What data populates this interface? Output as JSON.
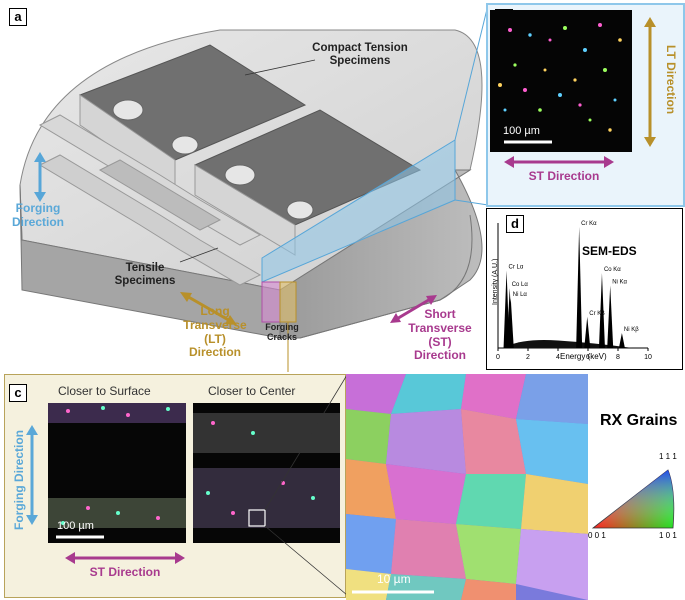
{
  "panels": {
    "a": "a",
    "b": "b",
    "c": "c",
    "d": "d"
  },
  "panel_a": {
    "compact_tension": "Compact Tension\nSpecimens",
    "tensile": "Tensile\nSpecimens",
    "forging_direction": "Forging\nDirection",
    "lt_direction": "Long\nTransverse\n(LT)\nDirection",
    "forging_cracks": "Forging\nCracks",
    "st_direction": "Short\nTransverse\n(ST)\nDirection"
  },
  "panel_b": {
    "scale_bar": "100 µm",
    "lt_direction": "LT Direction",
    "st_direction": "ST Direction"
  },
  "panel_c": {
    "closer_surface": "Closer to Surface",
    "closer_center": "Closer to Center",
    "forging_direction": "Forging Direction",
    "scale_bar": "100 µm",
    "st_direction": "ST Direction",
    "zoom_scale_bar": "10 µm",
    "rx_grains": "RX Grains",
    "ipf_111": "1 1 1",
    "ipf_001": "0 0 1",
    "ipf_101": "1 0 1"
  },
  "chart_data": {
    "type": "line",
    "title": "SEM-EDS",
    "xlabel": "Energy (keV)",
    "ylabel": "Intensity (A.U.)",
    "xlim": [
      0,
      10
    ],
    "xticks": [
      "0",
      "2",
      "4",
      "6",
      "8",
      "10"
    ],
    "peaks": [
      {
        "label": "Cr Lα",
        "energy": 0.57,
        "intensity": 0.62
      },
      {
        "label": "Co Lα",
        "energy": 0.78,
        "intensity": 0.48
      },
      {
        "label": "Ni Lα",
        "energy": 0.85,
        "intensity": 0.4
      },
      {
        "label": "Cr Kα",
        "energy": 5.41,
        "intensity": 0.97
      },
      {
        "label": "Cr Kβ",
        "energy": 5.95,
        "intensity": 0.25
      },
      {
        "label": "Co Kα",
        "energy": 6.93,
        "intensity": 0.6
      },
      {
        "label": "Ni Kα",
        "energy": 7.48,
        "intensity": 0.5
      },
      {
        "label": "Ni Kβ",
        "energy": 8.26,
        "intensity": 0.12
      }
    ]
  }
}
